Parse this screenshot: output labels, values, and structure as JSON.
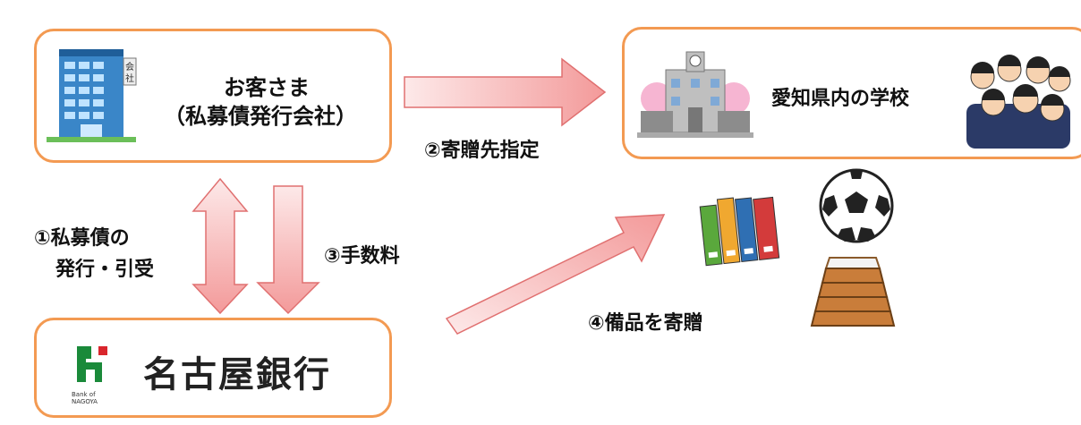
{
  "customer": {
    "title_line1": "お客さま",
    "title_line2": "（私募債発行会社）",
    "building_sign": "会社"
  },
  "school": {
    "name": "愛知県内の学校"
  },
  "bank": {
    "name": "名古屋銀行",
    "logo_text": "Bank of NAGOYA"
  },
  "steps": {
    "step1_line1": "①私募債の",
    "step1_line2": "発行・引受",
    "step2": "②寄贈先指定",
    "step3": "③手数料",
    "step4": "④備品を寄贈"
  },
  "colors": {
    "box_border": "#f39a52",
    "arrow_fill": "#f5b3b3",
    "arrow_stroke": "#e07070"
  },
  "icons": [
    "office-building-icon",
    "school-building-icon",
    "students-icon",
    "books-icon",
    "soccer-ball-icon",
    "vaulting-box-icon",
    "bank-logo-icon"
  ]
}
